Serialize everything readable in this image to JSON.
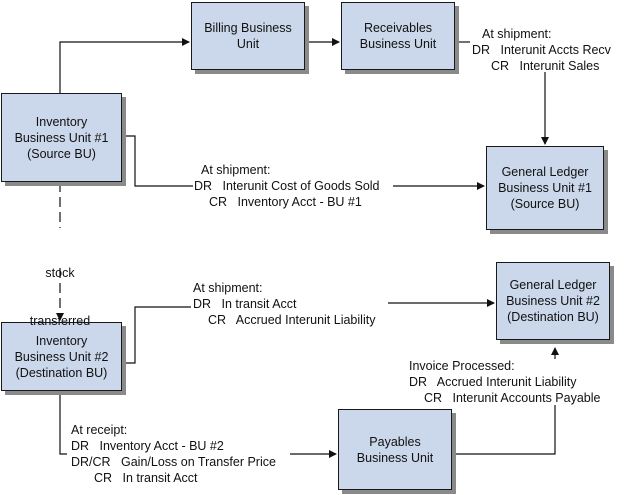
{
  "boxes": {
    "billing": [
      "Billing Business",
      "Unit"
    ],
    "receivables": [
      "Receivables",
      "Business Unit"
    ],
    "inv1": [
      "Inventory",
      "Business Unit #1",
      "(Source BU)"
    ],
    "gl1": [
      "General Ledger",
      "Business Unit #1",
      "(Source BU)"
    ],
    "inv2": [
      "Inventory",
      "Business Unit #2",
      "(Destination BU)"
    ],
    "gl2": [
      "General Ledger",
      "Business Unit #2",
      "(Destination BU)"
    ],
    "payables": [
      "Payables",
      "Business Unit"
    ]
  },
  "labels": {
    "recv_ship": {
      "title": "At shipment:",
      "dr": "DR   Interunit Accts Recv",
      "cr": "CR   Interunit Sales"
    },
    "inv1_ship": {
      "title": "At shipment:",
      "dr": "DR   Interunit Cost of Goods Sold",
      "cr": "CR   Inventory Acct - BU #1"
    },
    "transfer": [
      "stock",
      "transferred"
    ],
    "inv2_ship": {
      "title": "At shipment:",
      "dr": "DR   In transit Acct",
      "cr": "CR   Accrued Interunit Liability"
    },
    "invoice": {
      "title": "Invoice Processed:",
      "dr": "DR   Accrued Interunit Liability",
      "cr": "CR   Interunit Accounts Payable"
    },
    "receipt": {
      "title": "At receipt:",
      "dr": "DR   Inventory Acct - BU #2",
      "drcr": "DR/CR   Gain/Loss on Transfer Price",
      "cr": "CR   In transit Acct"
    }
  }
}
